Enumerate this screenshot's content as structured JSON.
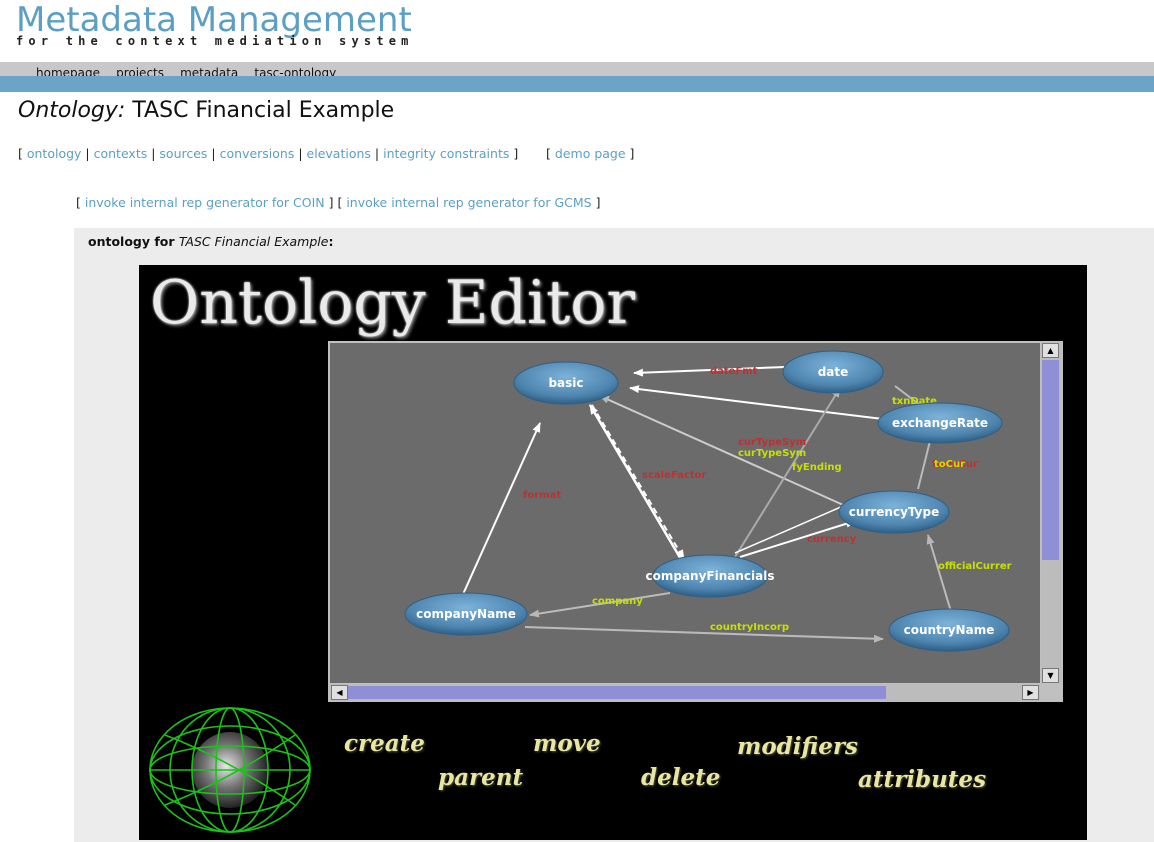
{
  "logo": {
    "title": "Metadata Management",
    "subtitle": "for the context mediation system"
  },
  "nav": [
    "homepage",
    "projects",
    "metadata",
    "tasc-ontology"
  ],
  "page_title": {
    "prefix": "Ontology:",
    "name": "TASC Financial Example"
  },
  "section_links": [
    "ontology",
    "contexts",
    "sources",
    "conversions",
    "elevations",
    "integrity constraints"
  ],
  "demo_link": "demo page",
  "generator_links": [
    "invoke internal rep generator for COIN",
    "invoke internal rep generator for GCMS"
  ],
  "panel": {
    "label_prefix": "ontology for",
    "label_name": "TASC Financial Example",
    "label_suffix": ":"
  },
  "editor": {
    "title": "Ontology Editor",
    "commands": [
      "create",
      "move",
      "modifiers",
      "parent",
      "delete",
      "attributes"
    ],
    "nodes": [
      "basic",
      "date",
      "exchangeRate",
      "currencyType",
      "companyFinancials",
      "companyName",
      "countryName"
    ],
    "edge_labels": {
      "dateFmt": "dateFmt",
      "txnDate": "txnDate",
      "curTypeSym": "curTypeSym",
      "curTypeSym2": "curTypeSym",
      "fyEnding": "fyEnding",
      "fromCur": "fromCur",
      "toCur": "toCur",
      "scaleFactor": "scaleFactor",
      "format": "format",
      "currency": "currency",
      "officialCurrency": "officialCurrer",
      "company": "company",
      "countryIncorp": "countryIncorp"
    }
  },
  "colors": {
    "logo_blue": "#5b9fc6",
    "nav_grey": "#c8c8c8",
    "bar_blue": "#6aa5c8",
    "node_blue": "#4f86b0",
    "canvas_grey": "#6b6b6b",
    "label_red": "#c03030",
    "label_yellow": "#c8e000",
    "command_yellow": "#e8e6a0"
  }
}
